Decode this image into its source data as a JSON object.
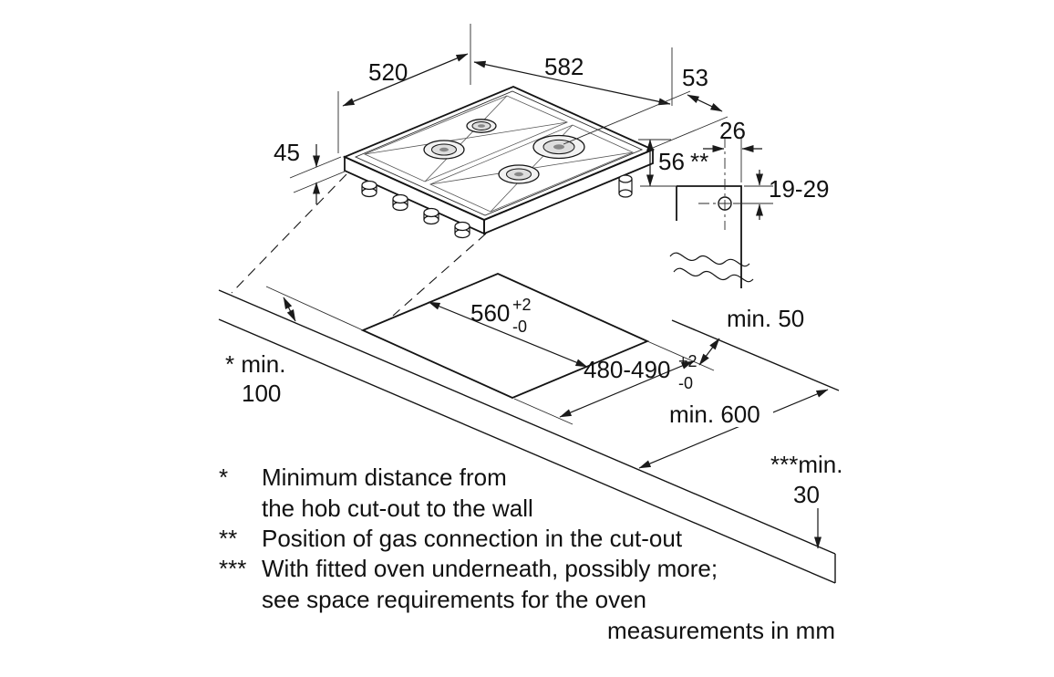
{
  "diagram": {
    "hob": {
      "width_label": "582",
      "depth_label": "520",
      "burner_offset_label": "53",
      "height_label": "45"
    },
    "gas_connection": {
      "offset_top_label": "56",
      "note_marker": "**",
      "offset_right_label": "26",
      "vertical_range_label": "19-29"
    },
    "cutout": {
      "width_label": "560",
      "width_tol_plus": "+2",
      "width_tol_minus": "-0",
      "depth_label": "480-490",
      "depth_tol_plus": "+2",
      "depth_tol_minus": "-0"
    },
    "clearances": {
      "front_label": "min. 50",
      "wall_label_1": "* min.",
      "wall_label_2": "100",
      "worktop_depth_label": "min. 600",
      "oven_label_1": "***min.",
      "oven_label_2": "30"
    },
    "footnotes": [
      {
        "marker": "*",
        "lines": [
          "Minimum distance from",
          "the hob cut-out to the wall"
        ]
      },
      {
        "marker": "**",
        "lines": [
          "Position of gas connection in the cut-out"
        ]
      },
      {
        "marker": "***",
        "lines": [
          "With fitted oven underneath, possibly more;",
          "see space requirements for the oven"
        ]
      }
    ],
    "units_note": "measurements in mm"
  }
}
